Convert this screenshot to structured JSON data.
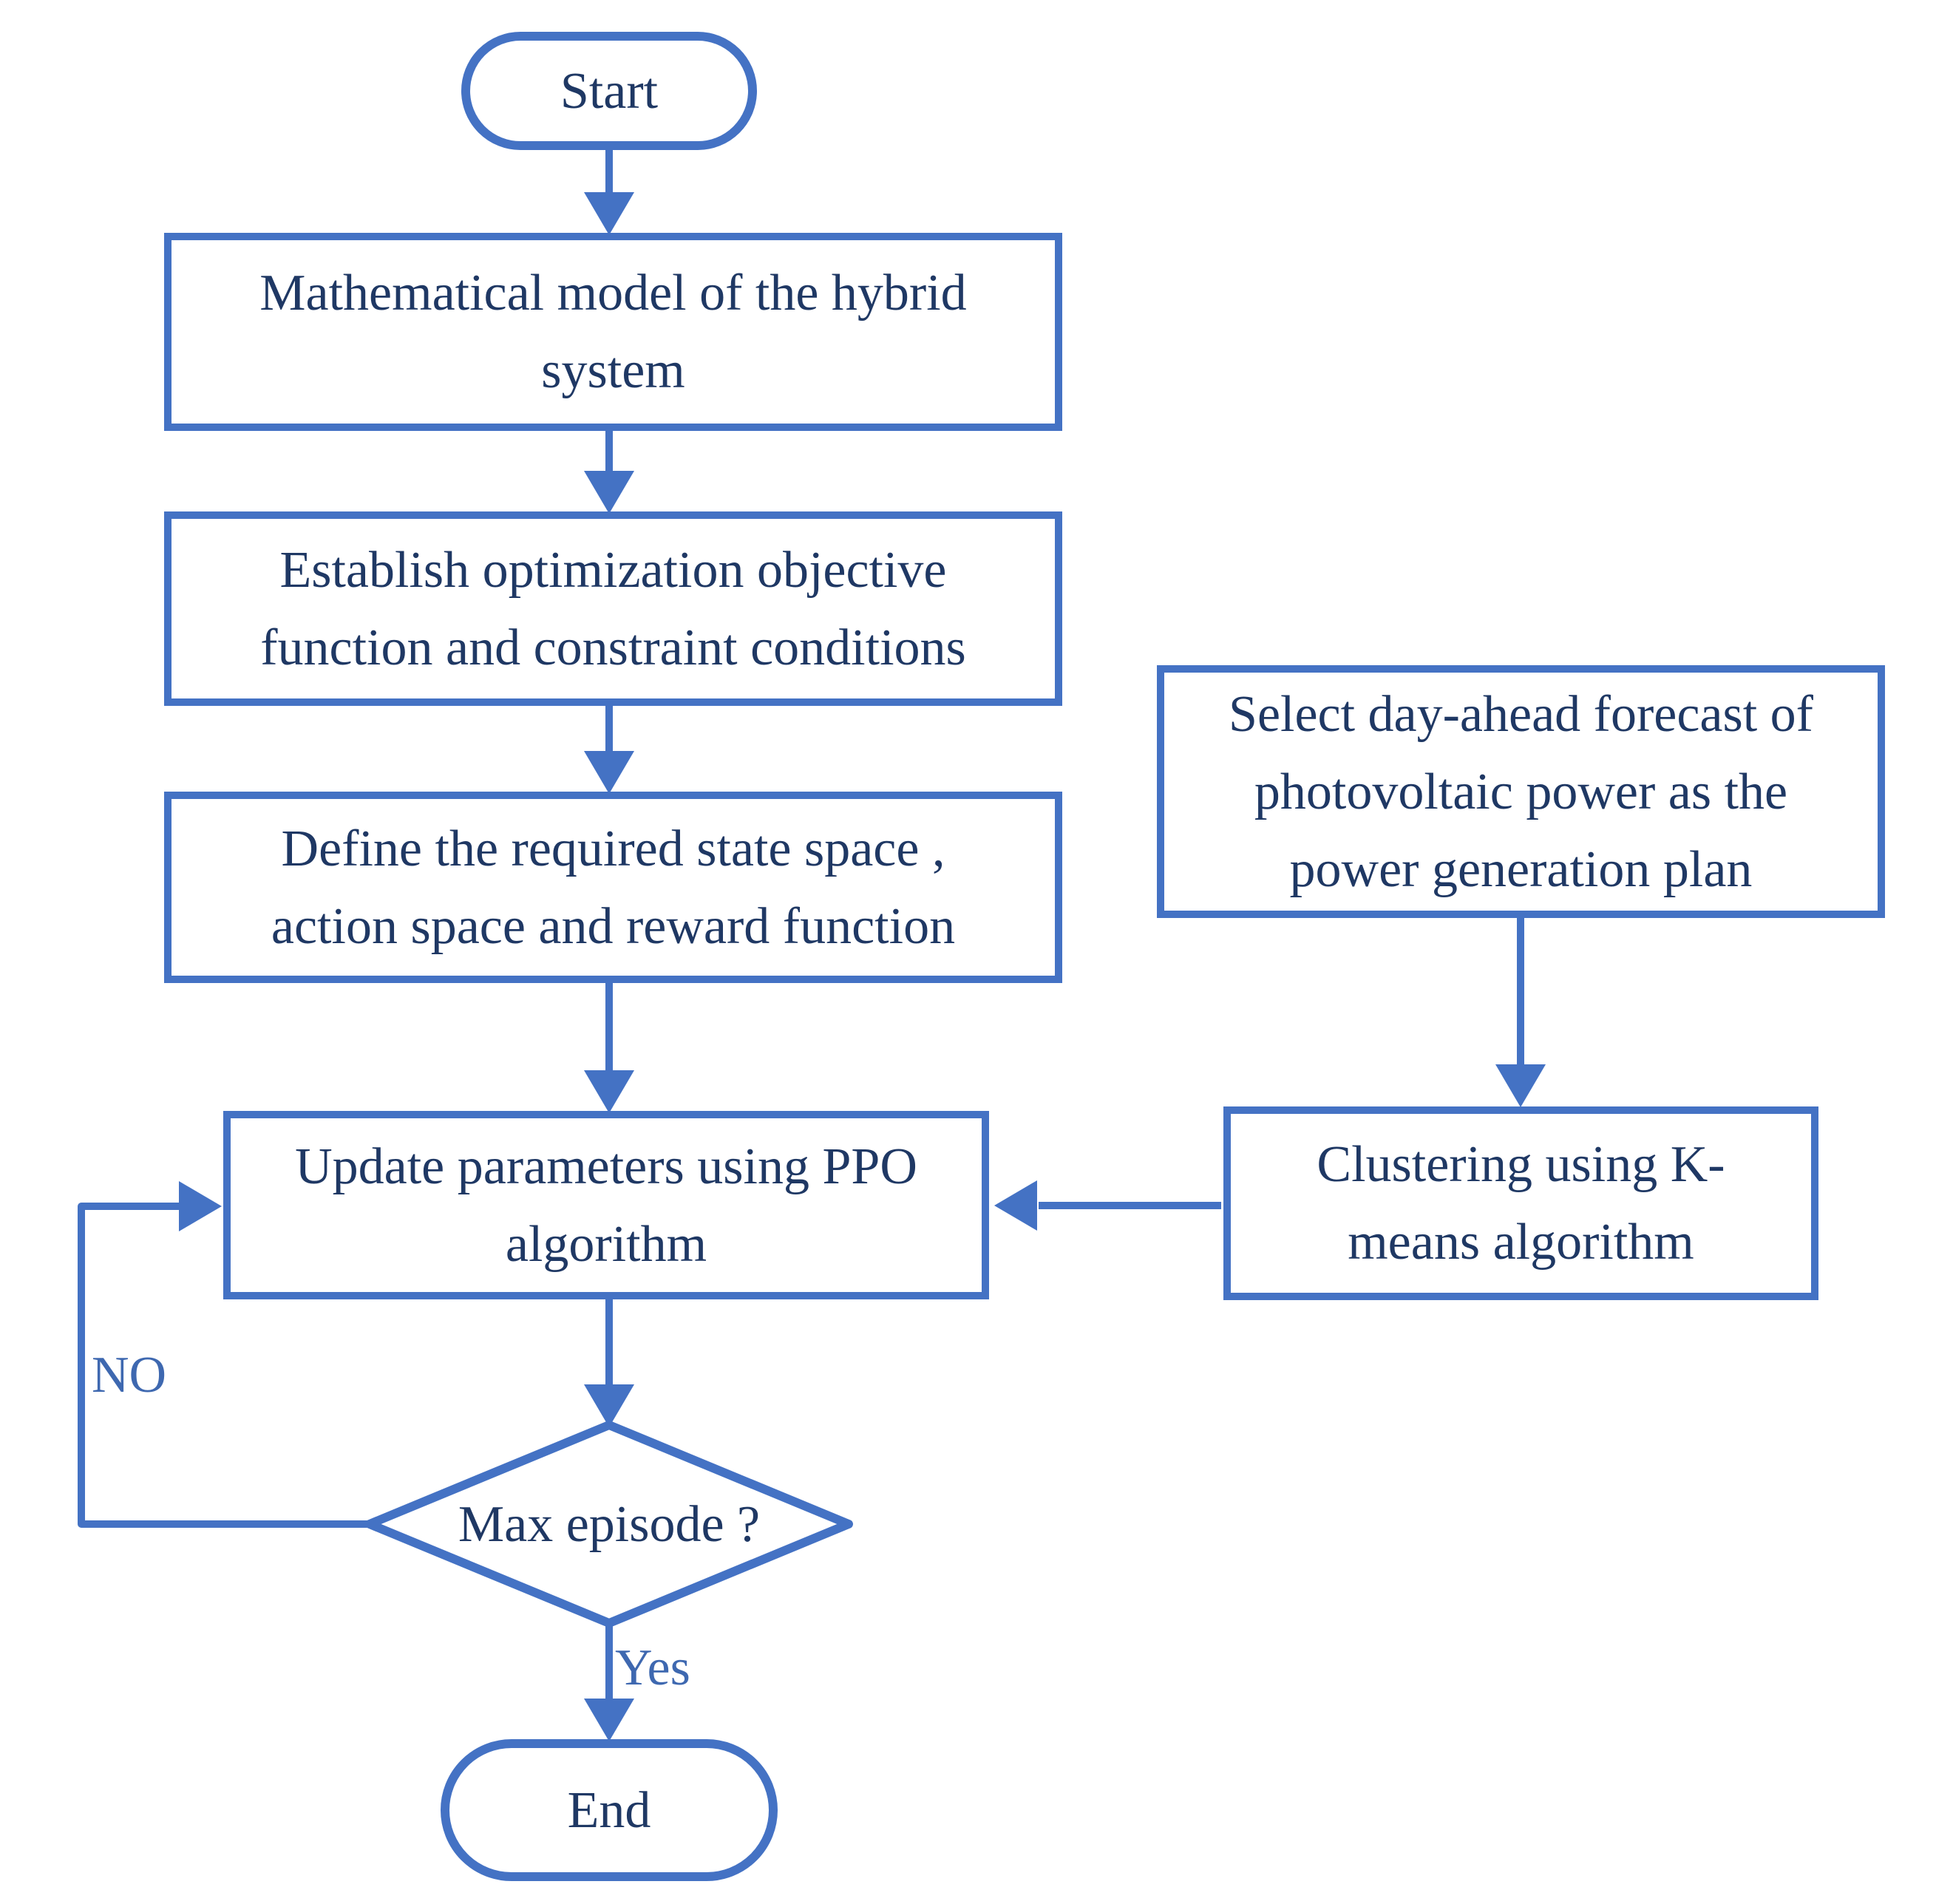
{
  "figure": {
    "type": "flowchart",
    "colors": {
      "stroke": "#4472C4",
      "node_text": "#1F3864",
      "edge_label_text": "#3E68B0",
      "background": "#FFFFFF"
    },
    "nodes": {
      "start": {
        "shape": "terminator",
        "label": "Start"
      },
      "math_model": {
        "shape": "process",
        "label": "Mathematical model of the hybrid\nsystem"
      },
      "objective": {
        "shape": "process",
        "label": "Establish optimization objective\nfunction and constraint conditions"
      },
      "state_space": {
        "shape": "process",
        "label": "Define the required state space ,\naction space and reward function"
      },
      "ppo_update": {
        "shape": "process",
        "label": "Update parameters using PPO\nalgorithm"
      },
      "max_episode": {
        "shape": "decision",
        "label": "Max episode ?"
      },
      "end": {
        "shape": "terminator",
        "label": "End"
      },
      "select_forecast": {
        "shape": "process",
        "label": "Select day-ahead forecast of\nphotovoltaic power as the\npower generation plan"
      },
      "kmeans": {
        "shape": "process",
        "label": "Clustering using K-\nmeans algorithm"
      }
    },
    "edge_labels": {
      "no": "NO",
      "yes": "Yes"
    }
  }
}
